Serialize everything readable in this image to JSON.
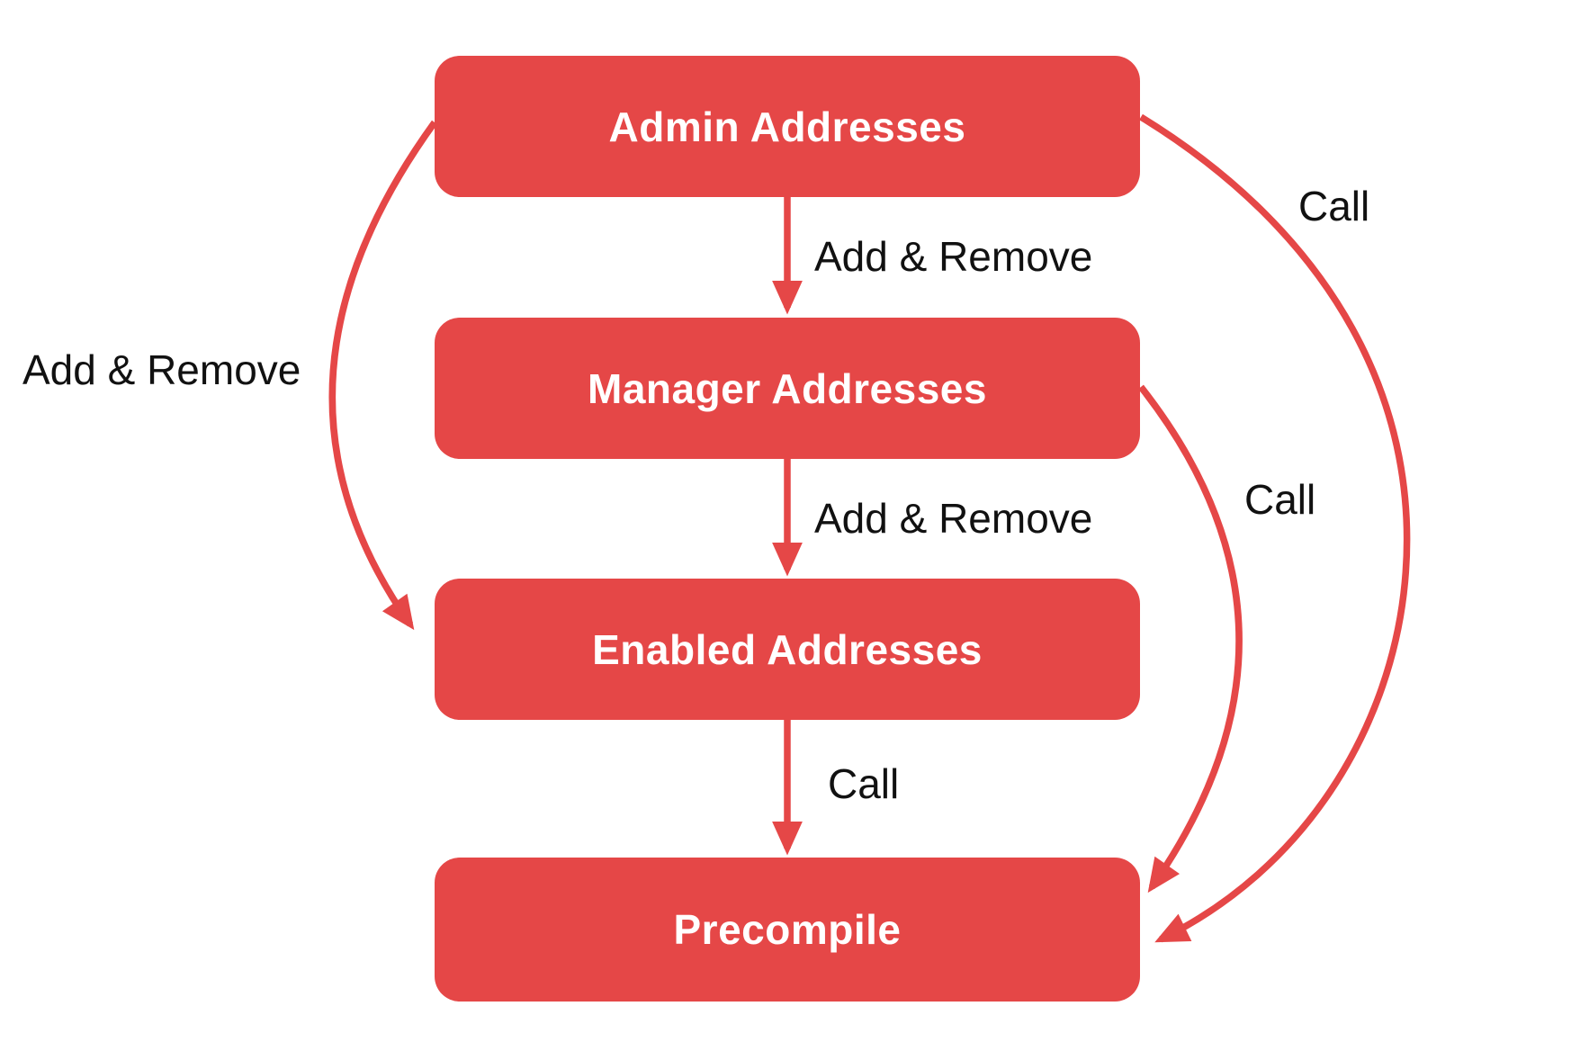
{
  "diagram": {
    "type": "flowchart",
    "background": "#ffffff",
    "colors": {
      "node_fill": "#E54747",
      "node_text": "#ffffff",
      "edge_stroke": "#E54747",
      "edge_label_text": "#111111"
    },
    "nodes": [
      {
        "id": "admin",
        "label": "Admin Addresses"
      },
      {
        "id": "manager",
        "label": "Manager Addresses"
      },
      {
        "id": "enabled",
        "label": "Enabled Addresses"
      },
      {
        "id": "precompile",
        "label": "Precompile"
      }
    ],
    "edges": [
      {
        "from": "admin",
        "to": "manager",
        "label": "Add & Remove"
      },
      {
        "from": "admin",
        "to": "enabled",
        "label": "Add & Remove"
      },
      {
        "from": "manager",
        "to": "enabled",
        "label": "Add & Remove"
      },
      {
        "from": "enabled",
        "to": "precompile",
        "label": "Call"
      },
      {
        "from": "manager",
        "to": "precompile",
        "label": "Call"
      },
      {
        "from": "admin",
        "to": "precompile",
        "label": "Call"
      }
    ]
  }
}
